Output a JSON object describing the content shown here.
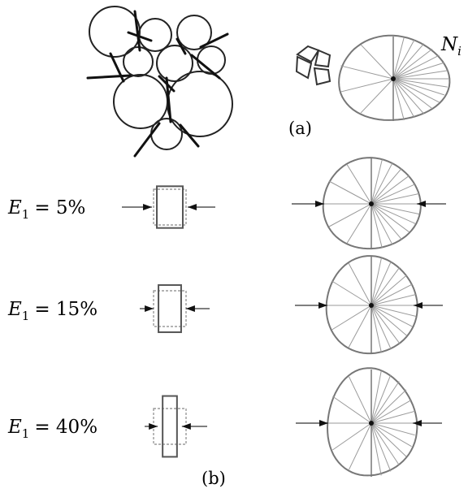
{
  "panel_a": {
    "caption": "(a)",
    "rose_label_base": "N",
    "rose_label_sub": "i"
  },
  "panel_b": {
    "caption": "(b)",
    "rows": [
      {
        "label_var": "E",
        "label_sub": "1",
        "label_value": "= 5%",
        "strain": 0.05
      },
      {
        "label_var": "E",
        "label_sub": "1",
        "label_value": "= 15%",
        "strain": 0.15
      },
      {
        "label_var": "E",
        "label_sub": "1",
        "label_value": "= 40%",
        "strain": 0.4
      }
    ]
  },
  "colors": {
    "ink": "#222222",
    "gray": "#777777",
    "light": "#9a9a9a"
  }
}
